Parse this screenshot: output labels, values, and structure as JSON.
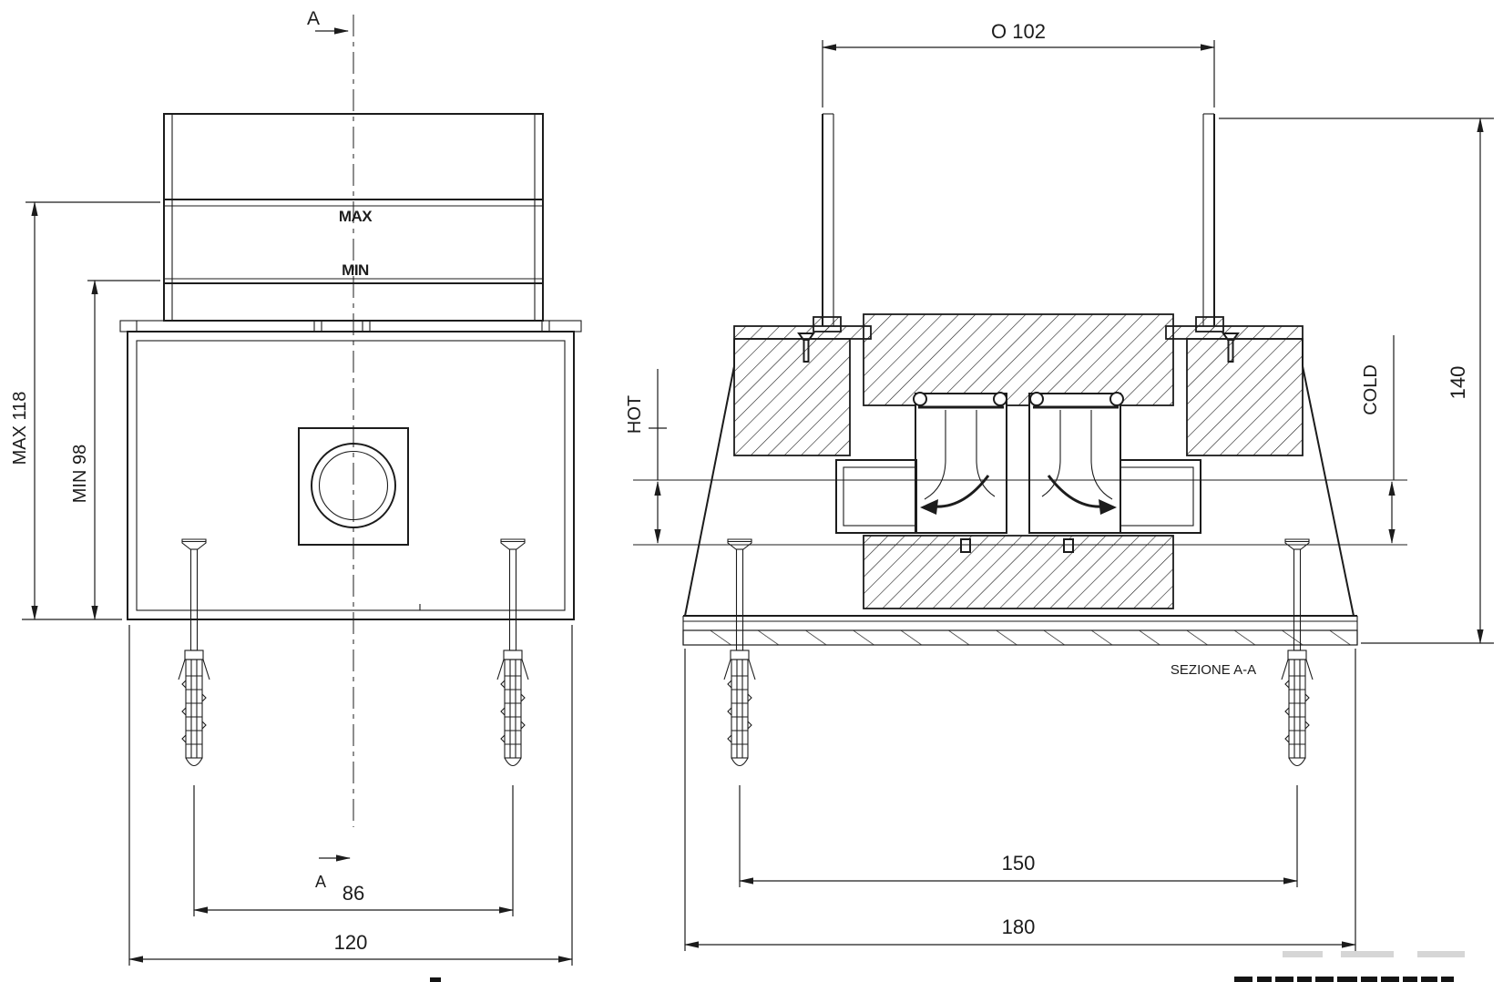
{
  "front_view": {
    "section_cut_top": "A",
    "section_cut_bottom": "A",
    "max_level": "MAX",
    "min_level": "MIN",
    "dim_max_height": "MAX 118",
    "dim_min_height": "MIN 98",
    "dim_anchor_spacing": "86",
    "dim_width": "120"
  },
  "section_view": {
    "caption": "SEZIONE A-A",
    "dim_diameter": "O 102",
    "dim_height": "140",
    "dim_anchor_spacing": "150",
    "dim_width": "180",
    "hot_label": "HOT",
    "cold_label": "COLD"
  },
  "colors": {
    "line": "#1c1c1c",
    "background": "#ffffff",
    "watermark": "#d6d6d6"
  }
}
